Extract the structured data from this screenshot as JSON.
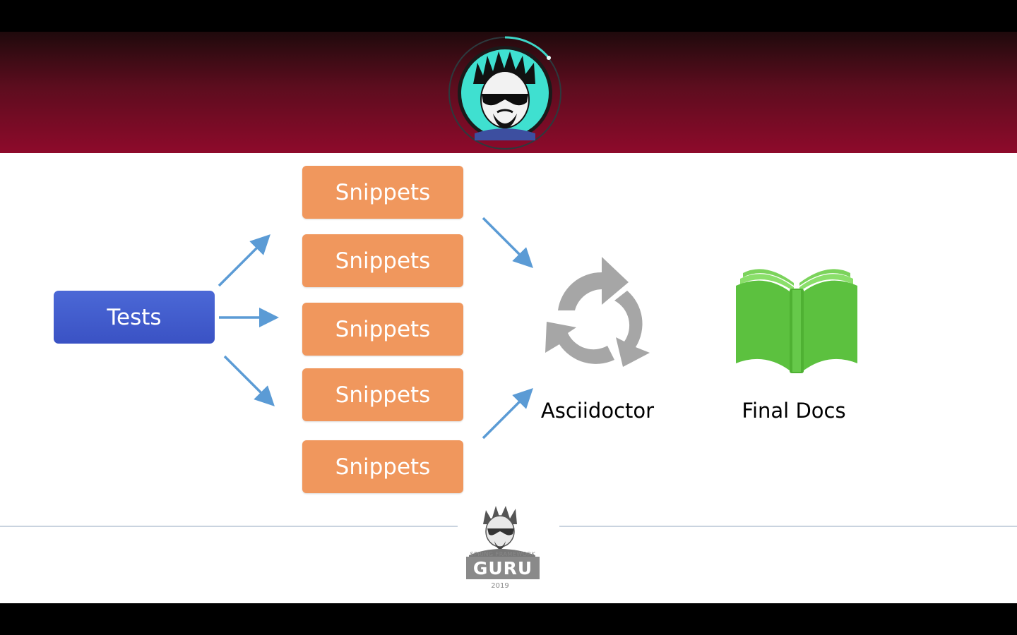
{
  "diagram": {
    "source_label": "Tests",
    "snippet_labels": [
      "Snippets",
      "Snippets",
      "Snippets",
      "Snippets",
      "Snippets"
    ],
    "processor_label": "Asciidoctor",
    "output_label": "Final Docs"
  },
  "footer": {
    "brand_top": "SPRING FRAMEWORK",
    "brand_main": "GURU",
    "year": "2019"
  },
  "colors": {
    "header_dark": "#1f0a0c",
    "header_red": "#8e0a2b",
    "tests_blue": "#3a52c4",
    "snippet_orange": "#f0975d",
    "arrow_blue": "#5b9bd5",
    "cycle_gray": "#a6a6a6",
    "book_green": "#5cc13f"
  },
  "icons": {
    "avatar": "bearded-man-sunglasses-avatar-icon",
    "cycle": "circular-refresh-arrows-icon",
    "book": "open-book-icon"
  }
}
